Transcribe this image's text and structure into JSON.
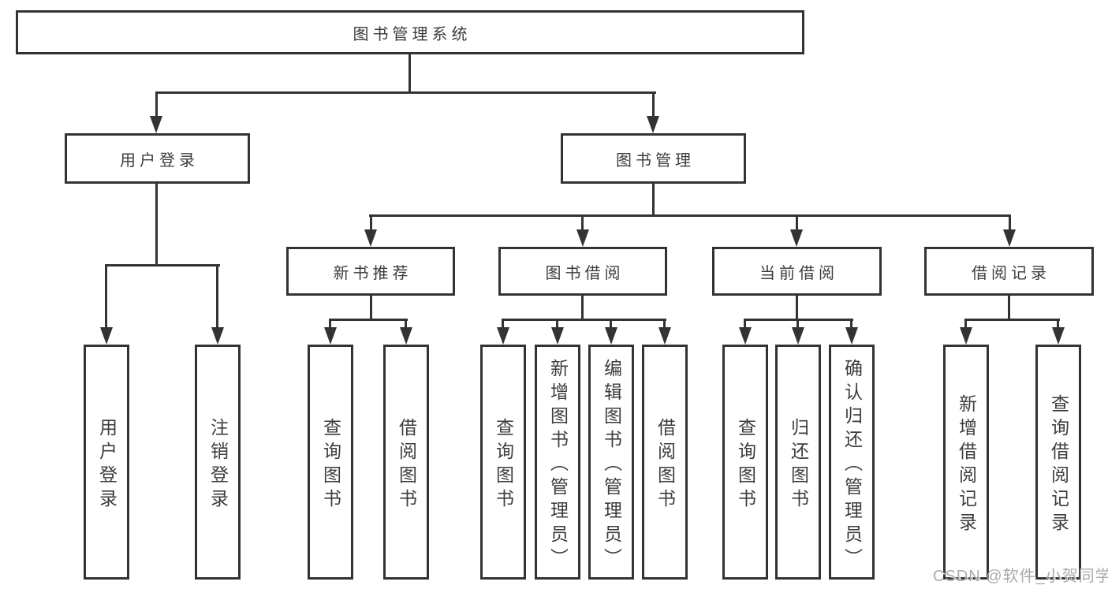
{
  "diagram": {
    "root_label": "图书管理系统",
    "level2": {
      "login": "用户登录",
      "manage": "图书管理"
    },
    "level3": {
      "recommend": "新书推荐",
      "borrow": "图书借阅",
      "current": "当前借阅",
      "records": "借阅记录"
    },
    "leaves": {
      "login": [
        "用户登录",
        "注销登录"
      ],
      "recommend": [
        "查询图书",
        "借阅图书"
      ],
      "borrow": [
        "查询图书",
        "新增图书（管理员）",
        "编辑图书（管理员）",
        "借阅图书"
      ],
      "current": [
        "查询图书",
        "归还图书",
        "确认归还（管理员）"
      ],
      "records": [
        "新增借阅记录",
        "查询借阅记录"
      ]
    }
  },
  "watermark": "CSDN @软件_小贺同学",
  "colors": {
    "line": "#333333",
    "text": "#3d3d3d",
    "background": "#ffffff",
    "watermark": "#ababab"
  }
}
